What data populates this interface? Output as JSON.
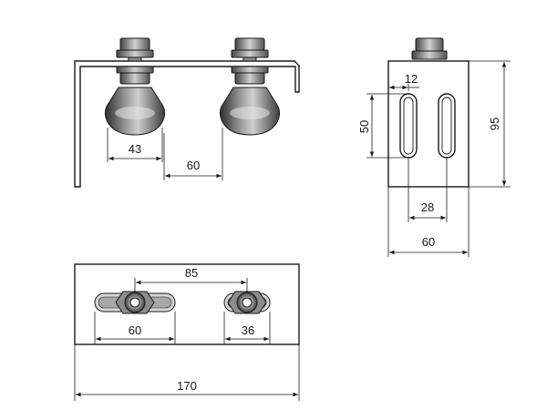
{
  "dimensions": {
    "roller_width": "43",
    "roller_spacing_front": "60",
    "slot_offset": "12",
    "slot_length": "50",
    "plate_height": "95",
    "slot_spacing": "28",
    "plate_width": "60",
    "bolt_spacing": "85",
    "slot_span_bottom": "60",
    "bolt_head_width": "36",
    "overall_length": "170"
  }
}
